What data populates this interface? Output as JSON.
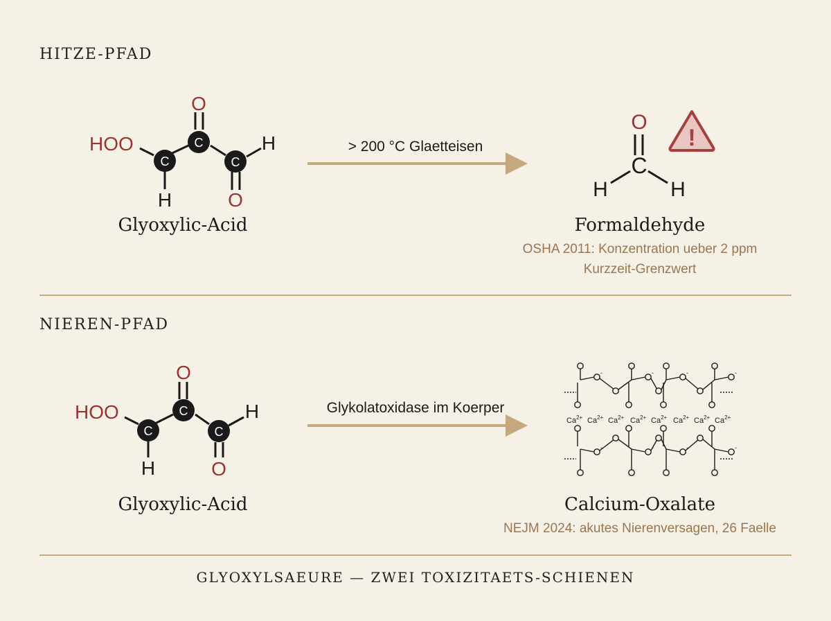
{
  "heat_path": {
    "label": "HITZE-PFAD",
    "reactant": {
      "name": "Glyoxylic-Acid",
      "atoms": {
        "group": "HOO",
        "carbon": "C",
        "oxygen": "O",
        "hydrogen": "H"
      }
    },
    "arrow_label": "> 200 °C Glaetteisen",
    "product": {
      "name": "Formaldehyde",
      "atoms": {
        "oxygen": "O",
        "carbon": "C",
        "hydrogen": "H"
      },
      "warning_symbol": "!",
      "notes": [
        "OSHA 2011: Konzentration ueber 2 ppm",
        "Kurzzeit-Grenzwert"
      ]
    }
  },
  "kidney_path": {
    "label": "NIEREN-PFAD",
    "reactant": {
      "name": "Glyoxylic-Acid",
      "atoms": {
        "group": "HOO",
        "carbon": "C",
        "oxygen": "O",
        "hydrogen": "H"
      }
    },
    "arrow_label": "Glykolatoxidase im Koerper",
    "product": {
      "name": "Calcium-Oxalate",
      "lattice": {
        "calcium": "Ca",
        "calcium_charge": "2+",
        "oxygen": "O",
        "oxygen_charge": "-"
      },
      "notes": [
        "NEJM 2024: akutes Nierenversagen, 26 Faelle"
      ]
    }
  },
  "footer": "GLYOXYLSAEURE — ZWEI TOXIZITAETS-SCHIENEN",
  "colors": {
    "background": "#f6f1e7",
    "oxygen": "#9b3430",
    "carbon_fill": "#1a1a1a",
    "arrow": "#c6a87f",
    "divider": "#c9a87e",
    "note_text": "#9a7650",
    "warning_fill": "#e9c6c2",
    "warning_stroke": "#a3423d"
  }
}
